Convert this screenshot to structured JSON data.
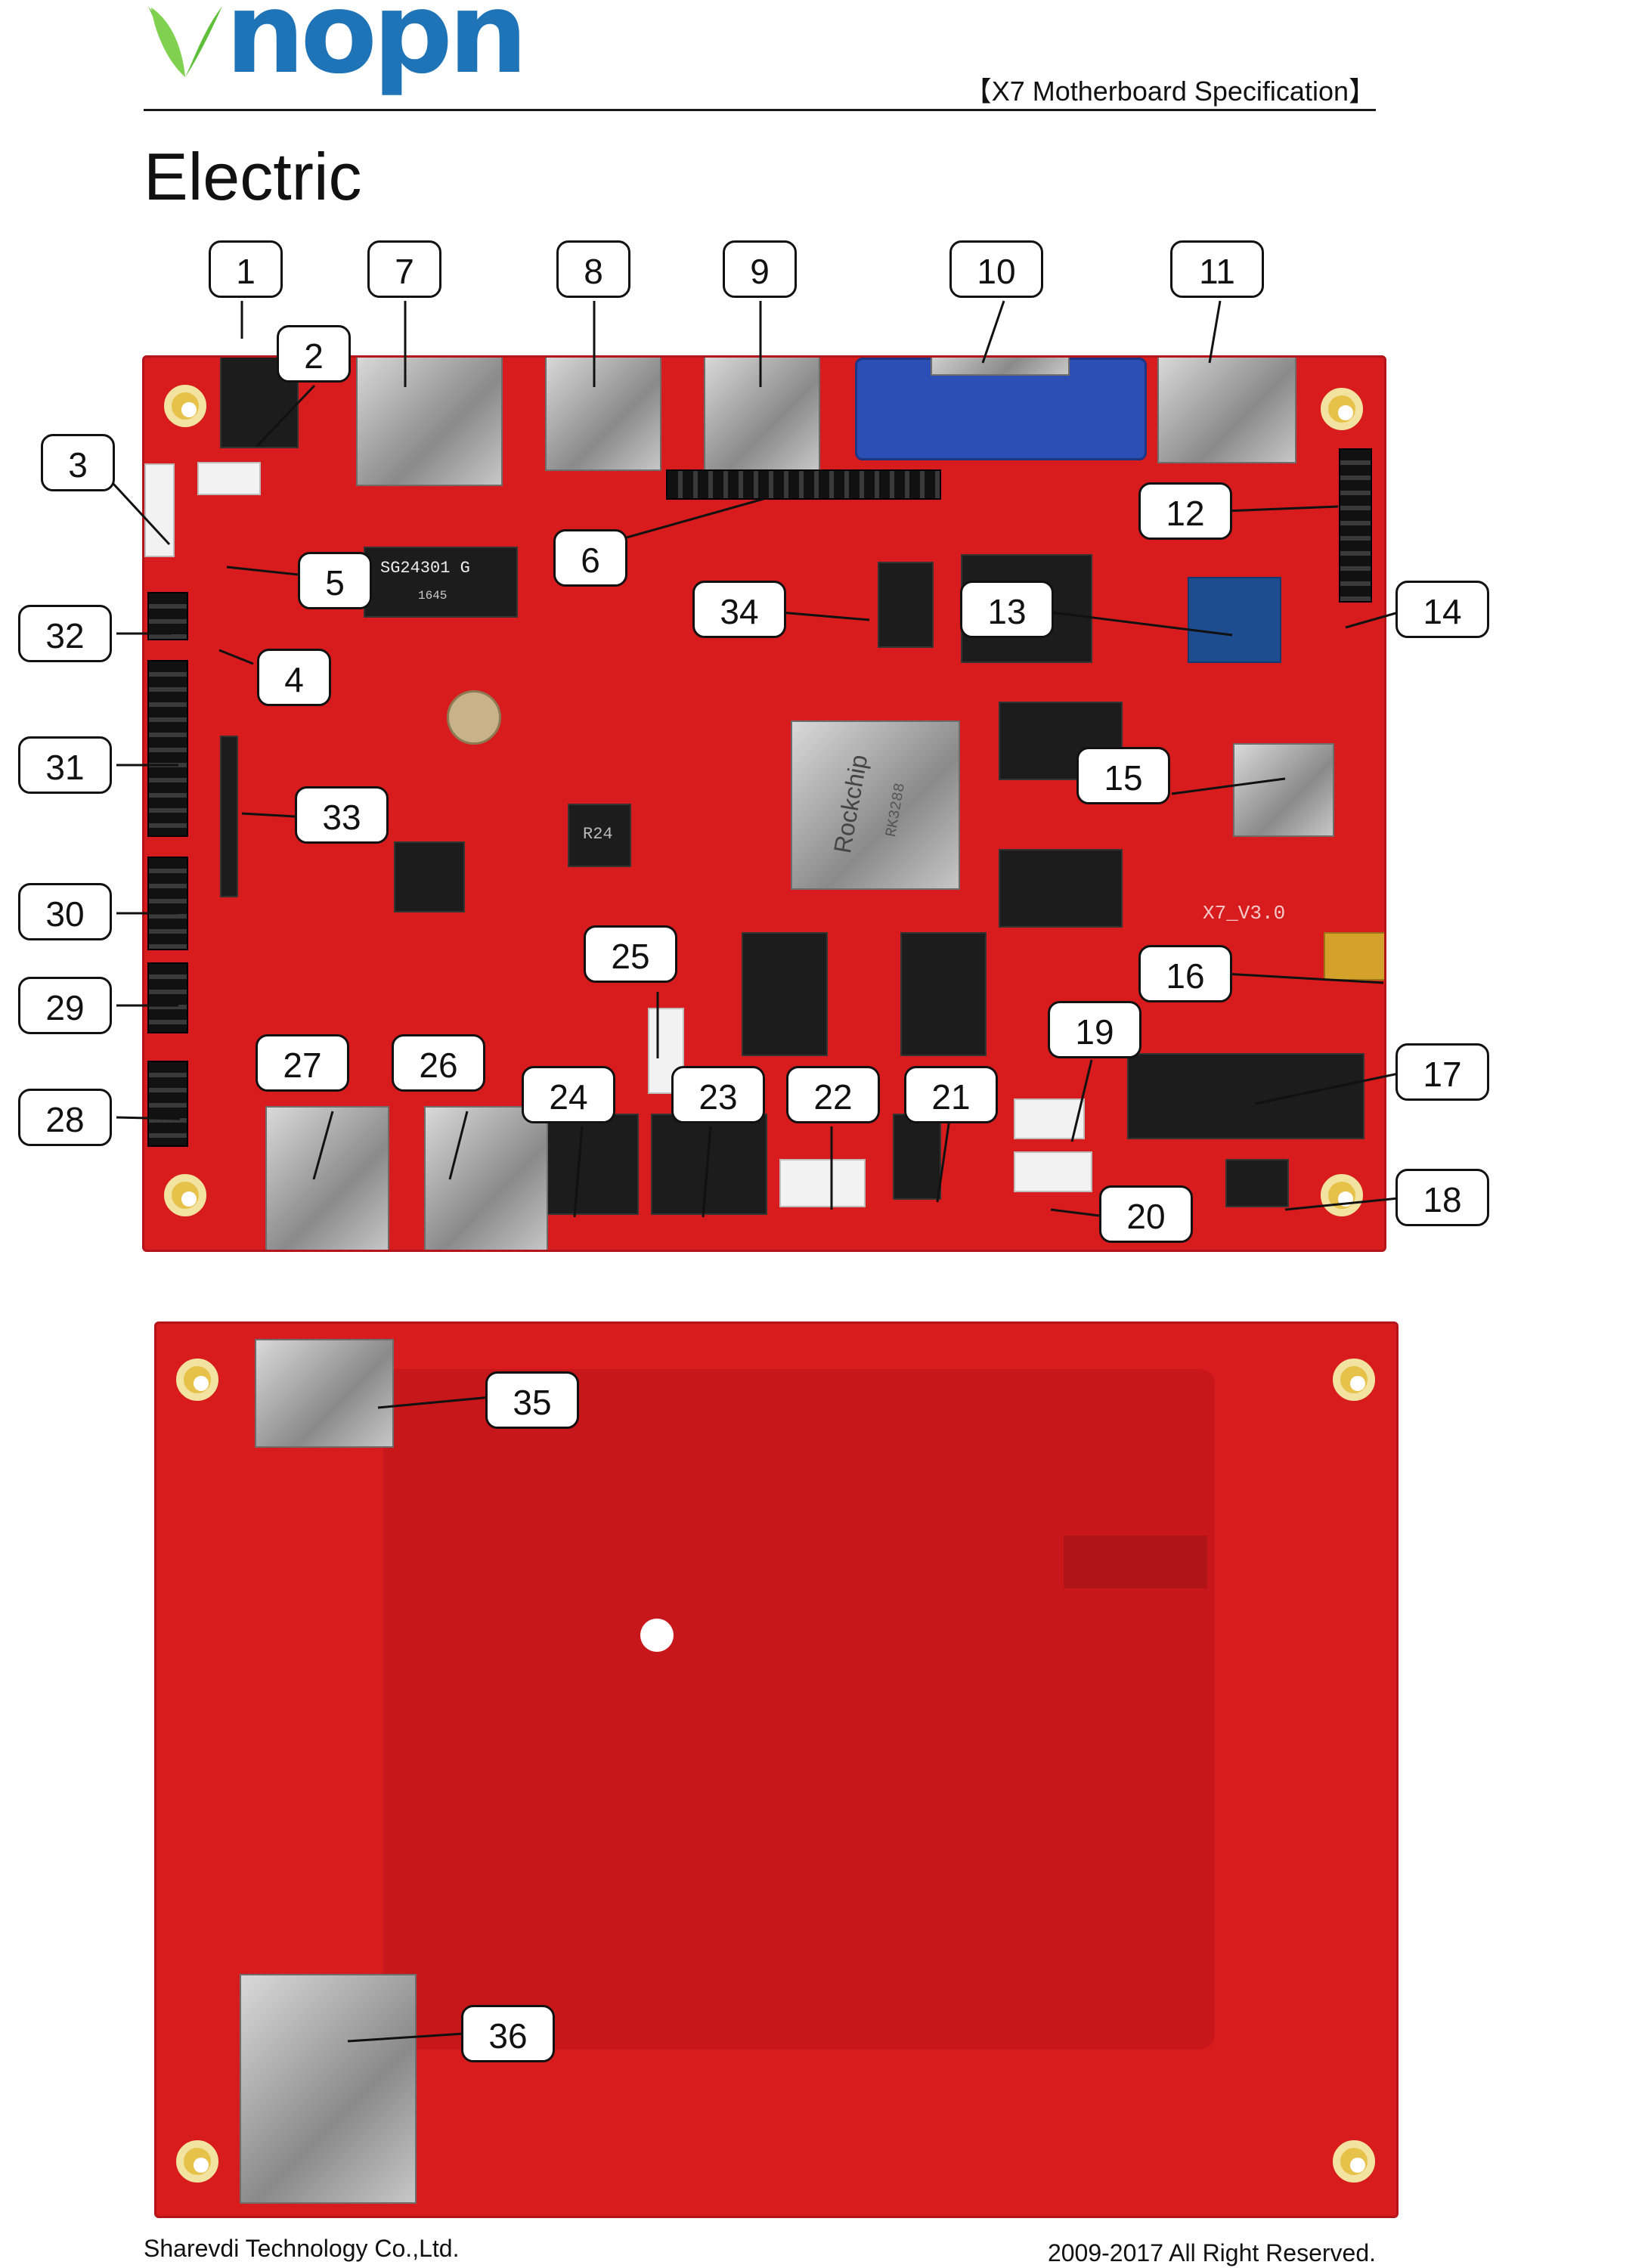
{
  "header": {
    "logo_text": "nopn",
    "spec_title": "【X7 Motherboard Specification】"
  },
  "section_title": "Electric",
  "board_markings": {
    "lan_chip": "SG24301 G",
    "lan_chip_code": "1645",
    "soc_brand": "Rockchip",
    "soc_model": "RK3288",
    "version": "X7_V3.0",
    "inductor": "R24"
  },
  "callouts": {
    "front": [
      "1",
      "2",
      "3",
      "4",
      "5",
      "6",
      "7",
      "8",
      "9",
      "10",
      "11",
      "12",
      "13",
      "14",
      "15",
      "16",
      "17",
      "18",
      "19",
      "20",
      "21",
      "22",
      "23",
      "24",
      "25",
      "26",
      "27",
      "28",
      "29",
      "30",
      "31",
      "32",
      "33",
      "34"
    ],
    "back": [
      "35",
      "36"
    ]
  },
  "footer": {
    "company": "Sharevdi Technology Co.,Ltd.",
    "rights": "2009-2017  All Right Reserved."
  },
  "colors": {
    "brand_green": "#5fbf3a",
    "brand_blue": "#1f73b7",
    "pcb_red": "#d81c1e"
  }
}
